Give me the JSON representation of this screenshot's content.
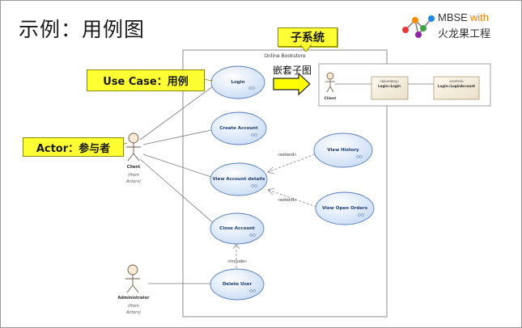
{
  "slide": {
    "title": "示例：用例图"
  },
  "logo": {
    "name": "MBSE",
    "with": "with",
    "brand_cn": "火龙果工程",
    "colors": [
      "#e53935",
      "#fb8c00",
      "#43a047",
      "#1e88e5",
      "#8e24aa"
    ]
  },
  "callouts": {
    "subsystem": "子系统",
    "use_case": "Use Case：用例",
    "actor": "Actor：参与者",
    "nested": "嵌套子图"
  },
  "diagram": {
    "boundary_title": "Online Bookstore",
    "use_cases": {
      "login": "Login",
      "create_account": "Create Account",
      "view_account_details": "View Account details",
      "view_history": "View History",
      "view_open_orders": "View Open Orders",
      "close_account": "Close Account",
      "delete_user": "Delete User"
    },
    "relations": {
      "extend_1": "«extend»",
      "extend_2": "«extend»",
      "include": "«include»"
    },
    "actors": {
      "client": {
        "name": "Client",
        "from": "(from",
        "pkg": "Actors)"
      },
      "administrator": {
        "name": "Administrator",
        "from": "(from",
        "pkg": "Actors)"
      }
    },
    "nested": {
      "actor": "Client",
      "boundary_stereo": "«boundary»",
      "boundary_name": "Login::Login",
      "control_stereo": "«control»",
      "control_name": "Login::LoginAccount"
    }
  },
  "colors": {
    "callout": "#ffff33",
    "usecase_fill": "#dce9fb",
    "usecase_stroke": "#5b7fb8",
    "arrow": "#ffff00"
  }
}
